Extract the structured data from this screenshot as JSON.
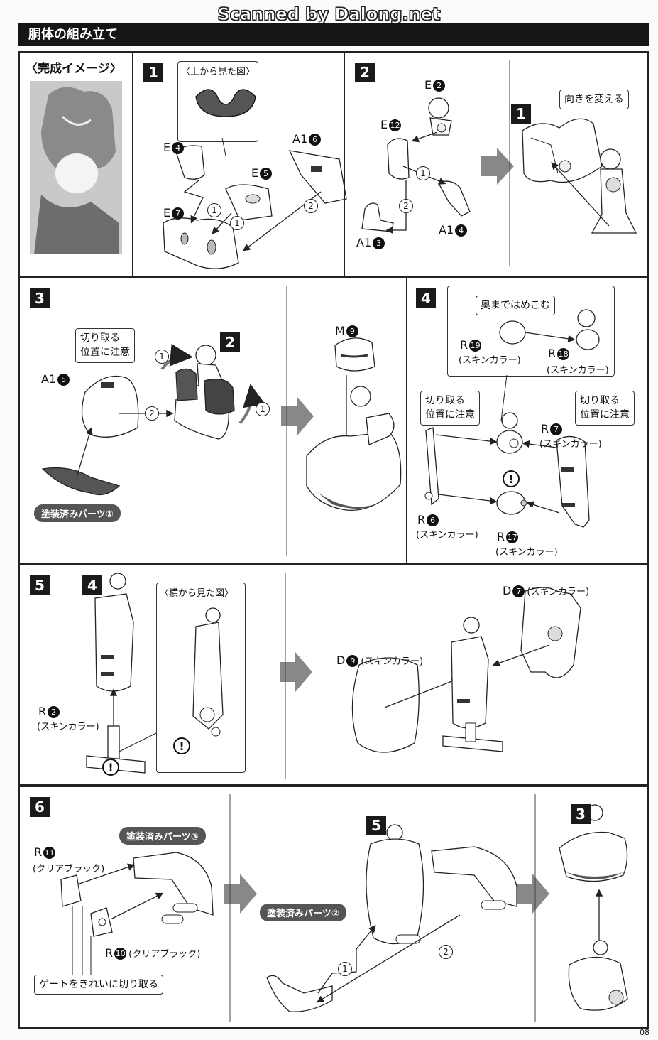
{
  "scan_credit": "Scanned by Dalong.net",
  "header_title": "胴体の組み立て",
  "image_label": "〈完成イメージ〉",
  "page_number": "08",
  "steps": {
    "s1": "1",
    "s2": "2",
    "s3": "3",
    "s4": "4",
    "s5": "5",
    "s6": "6"
  },
  "step1": {
    "view_top_label": "〈上から見た図〉",
    "e4_letter": "E",
    "e4_num": "4",
    "e5_letter": "E",
    "e5_num": "5",
    "e7_letter": "E",
    "e7_num": "7",
    "a6_letter": "A1",
    "a6_num": "6",
    "c1": "1",
    "c1b": "1",
    "c2": "2"
  },
  "step2": {
    "e2_letter": "E",
    "e2_num": "2",
    "e12_letter": "E",
    "e12_num": "12",
    "a3_letter": "A1",
    "a3_num": "3",
    "a4_letter": "A1",
    "a4_num": "4",
    "c1": "1",
    "c2": "2",
    "sub_step": "1",
    "turn_label": "向きを変える"
  },
  "step3": {
    "cut_note_line1": "切り取る",
    "cut_note_line2": "位置に注意",
    "a5_letter": "A1",
    "a5_num": "5",
    "sub_step": "2",
    "c1a": "1",
    "c1b": "1",
    "c2": "2",
    "painted1": "塗装済みパーツ①",
    "m9_letter": "M",
    "m9_num": "9"
  },
  "step4": {
    "press_label": "奥まではめこむ",
    "r19_letter": "R",
    "r19_num": "19",
    "r19_color": "(スキンカラー)",
    "r18_letter": "R",
    "r18_num": "18",
    "r18_color": "(スキンカラー)",
    "cut_left_line1": "切り取る",
    "cut_left_line2": "位置に注意",
    "cut_right_line1": "切り取る",
    "cut_right_line2": "位置に注意",
    "r7_letter": "R",
    "r7_num": "7",
    "r7_color": "(スキンカラー)",
    "r6_letter": "R",
    "r6_num": "6",
    "r6_color": "(スキンカラー)",
    "r17_letter": "R",
    "r17_num": "17",
    "r17_color": "(スキンカラー)",
    "warn": "!"
  },
  "step5": {
    "sub_step": "4",
    "side_view_label": "〈横から見た図〉",
    "r2_letter": "R",
    "r2_num": "2",
    "r2_color": "(スキンカラー)",
    "d7_letter": "D",
    "d7_num": "7",
    "d7_color": "(スキンカラー)",
    "d9_letter": "D",
    "d9_num": "9",
    "d9_color": "(スキンカラー)",
    "warn": "!"
  },
  "step6": {
    "painted3": "塗装済みパーツ③",
    "r11_letter": "R",
    "r11_num": "11",
    "r11_color": "(クリアブラック)",
    "r10_letter": "R",
    "r10_num": "10",
    "r10_color": "(クリアブラック)",
    "gate_label": "ゲートをきれいに切り取る",
    "sub_step5": "5",
    "painted2": "塗装済みパーツ②",
    "c1": "1",
    "c2": "2",
    "sub_step3": "3"
  }
}
